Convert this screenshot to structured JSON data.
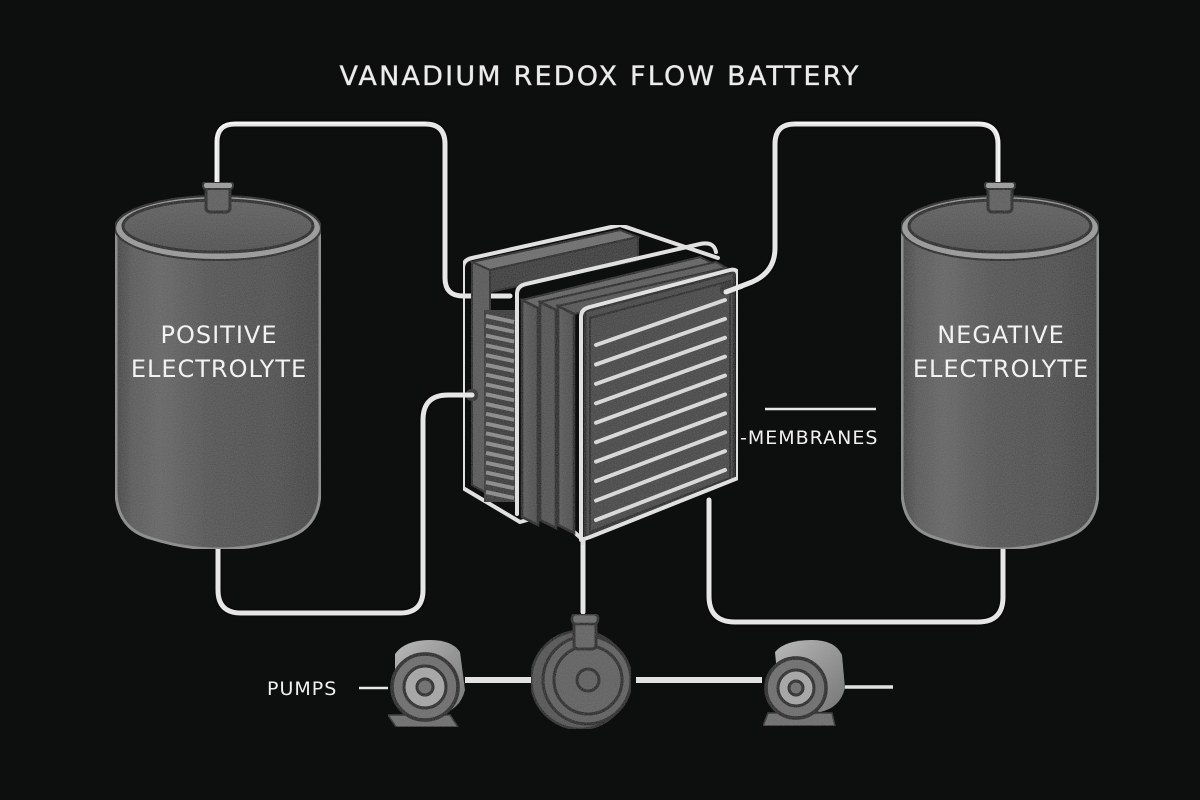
{
  "diagram": {
    "title": "VANADIUM REDOX FLOW BATTERY",
    "tanks": {
      "left": {
        "label_line1": "POSITIVE",
        "label_line2": "ELECTROLYTE"
      },
      "right": {
        "label_line1": "NEGATIVE",
        "label_line2": "ELECTROLYTE"
      }
    },
    "cell_stack": {
      "front_stripe_count": 10,
      "side_stripe_count": 19
    },
    "callouts": {
      "membranes": "-MEMBRANES",
      "pumps": "PUMPS"
    },
    "pump_count": 3,
    "colors": {
      "background": "#0d0e0e",
      "pipe": "#e6e6e6",
      "tank_body": "#4a4a4a",
      "stack_body": "#3a3a3a",
      "label_text": "#f2f2f2"
    }
  }
}
